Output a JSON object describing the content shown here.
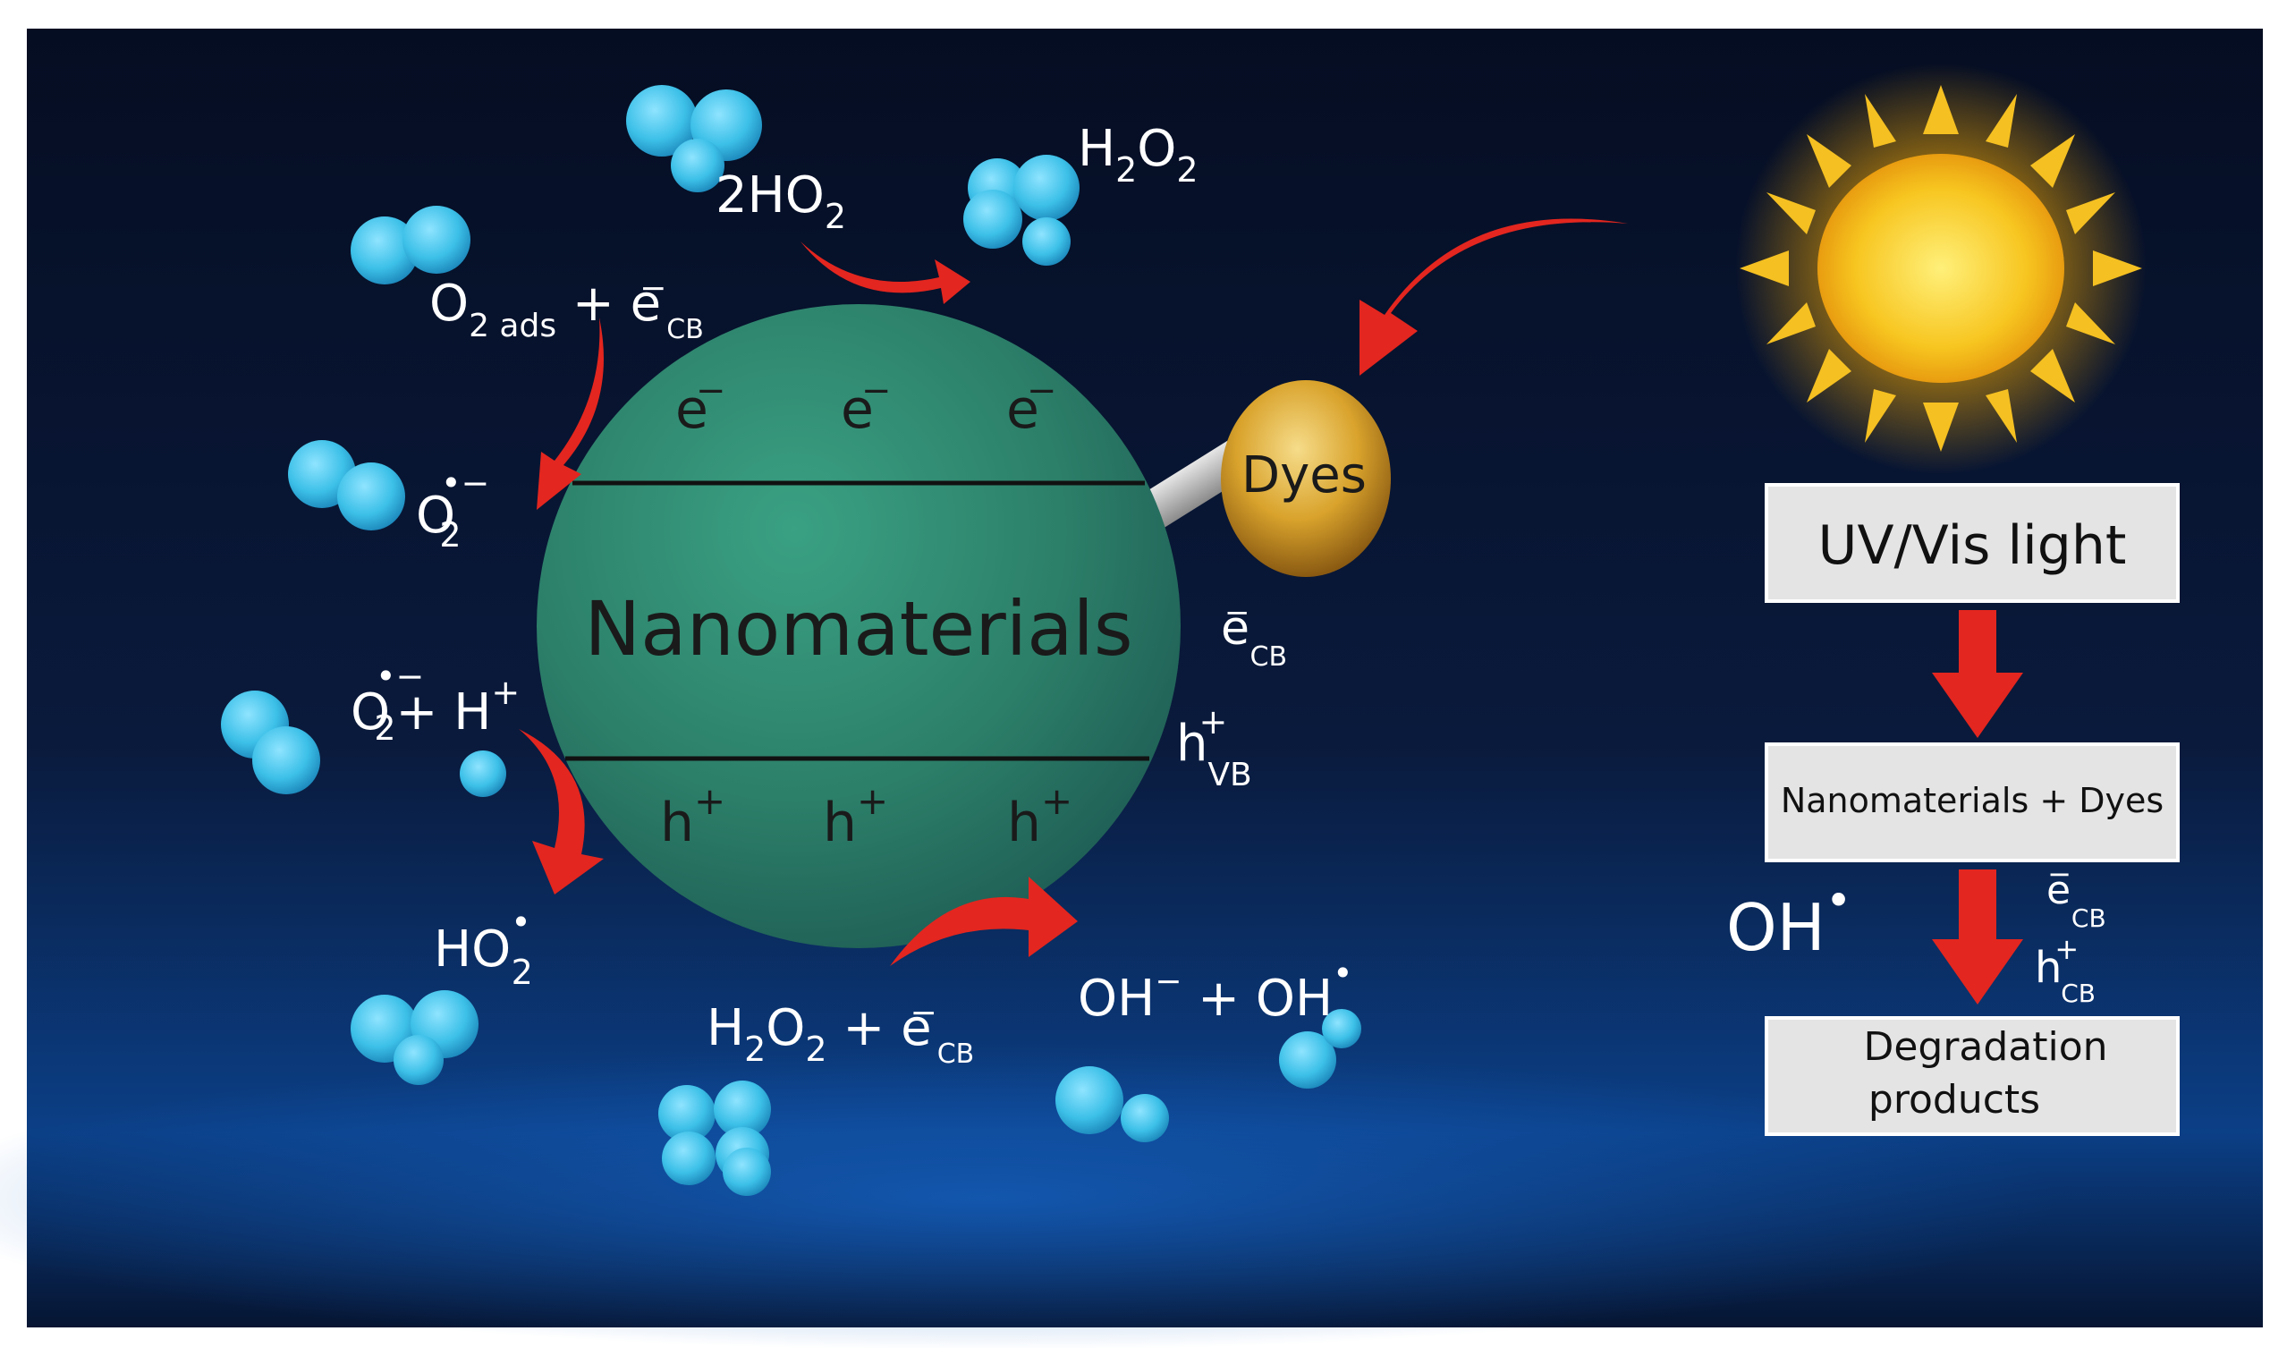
{
  "diagram": {
    "center_label": "Nanomaterials",
    "dye_label": "Dyes",
    "electron": "e",
    "minus": "−",
    "hole": "h",
    "plus": "+",
    "reactions": {
      "o2ads": {
        "base": "O",
        "sub": "2 ads",
        "plus": " + e",
        "sup": "−",
        "sub2": "CB"
      },
      "two_ho2": {
        "coef": "2HO",
        "sub": "2"
      },
      "h2o2_top": {
        "h": "H",
        "sub1": "2",
        "o": "O",
        "sub2": "2"
      },
      "o2_radical": {
        "base": "O",
        "sub": "2",
        "sup": "•−"
      },
      "o2_plus_h": {
        "base": "O",
        "sub": "2",
        "sup": "•−",
        "rest": "+ H",
        "sup2": "+"
      },
      "ho2_radical": {
        "base": "HO",
        "sub": "2",
        "sup": "•"
      },
      "h2o2_ecb": {
        "h": "H",
        "sub1": "2",
        "o": "O",
        "sub2": "2",
        "rest": " + e",
        "sup": "−",
        "sub3": "CB"
      },
      "oh_products": {
        "a": "OH",
        "sup1": "−",
        "mid": " + OH",
        "sup2": "•"
      },
      "ecb": {
        "base": "e",
        "sup": "−",
        "sub": "CB"
      },
      "hvb": {
        "base": "h",
        "sup": "+",
        "sub": "VB"
      }
    }
  },
  "flow": {
    "step1": "UV/Vis light",
    "step2": "Nanomaterials + Dyes",
    "step3_line1": "Degradation",
    "step3_line2": "products",
    "oh_radical": {
      "base": "OH",
      "sup": "•"
    },
    "ecb": {
      "base": "e",
      "sup": "−",
      "sub": "CB"
    },
    "hcb": {
      "base": "h",
      "sup": "+",
      "sub": "CB"
    }
  },
  "colors": {
    "background_top": "#04102a",
    "background_glow": "#0b4fa8",
    "sphere": "#2e8a70",
    "dye": "#d9a32c",
    "sun": "#f5c021",
    "arrow": "#e3261f",
    "molecule": "#3cc0e8"
  }
}
